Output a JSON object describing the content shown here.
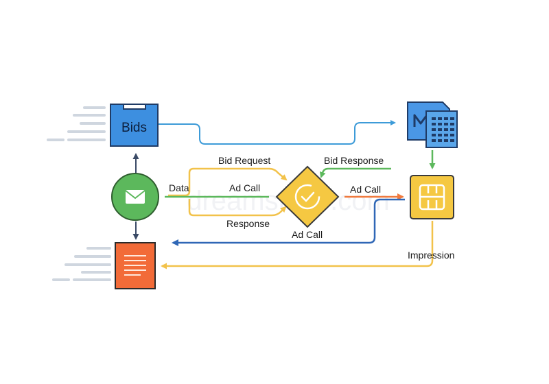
{
  "diagram": {
    "nodes": {
      "bids": "Bids"
    },
    "labels": {
      "data": "Data",
      "bid_request": "Bid Request",
      "bid_response": "Bid Response",
      "ad_call_top": "Ad Call",
      "ad_call_right": "Ad Call",
      "ad_call_bottom": "Ad Call",
      "response": "Response",
      "impression": "Impression"
    },
    "watermark": "dreamstime.com",
    "icons": {
      "bids_box": "folder-tab-box",
      "mail": "envelope-icon",
      "decision": "diamond-check-icon",
      "document": "document-lines-icon",
      "spreadsheet": "spreadsheet-doc-icon",
      "server": "ad-server-icon"
    },
    "colors": {
      "blue": "#3d8fe0",
      "green": "#5cb85c",
      "yellow": "#f2c94c",
      "orange": "#f07a3e",
      "dark_blue": "#2f67b6",
      "speed_lines": "#cfd6df"
    }
  }
}
